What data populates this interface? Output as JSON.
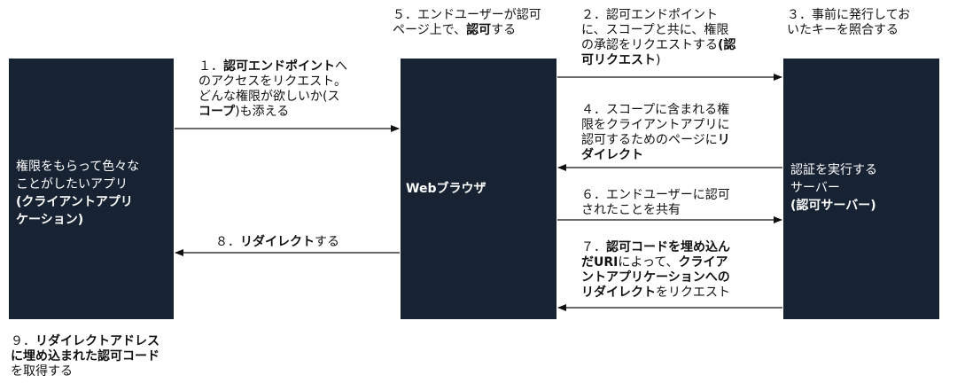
{
  "boxes": {
    "client": {
      "line1": "権限をもらって色々な",
      "line2": "ことがしたいアプリ",
      "line3": "(クライアントアプリ",
      "line4": "ケーション)"
    },
    "browser": {
      "label": "Webブラウザ"
    },
    "auth_server": {
      "line1": "認証を実行する",
      "line2": "サーバー",
      "line3": "(認可サーバー)"
    }
  },
  "steps": {
    "s1": {
      "l1_num": "１．",
      "l1_bold": "認可エンドポイント",
      "l1_tail": "へ",
      "l2": "のアクセスをリクエスト。",
      "l3": "どんな権限が欲しいか(ス",
      "l4_bold": "コープ",
      "l4_tail": ")も添える"
    },
    "s2": {
      "l1": "２．認可エンドポイント",
      "l2": "に、スコープと共に、権限",
      "l3_pre": "の承認をリクエストする",
      "l3_bold": "(認",
      "l4_bold": "可リクエスト",
      "l4_tail": ")"
    },
    "s3": {
      "l1": "３．事前に発行してお",
      "l2": "いたキーを照合する"
    },
    "s4": {
      "l1": "４．スコープに含まれる権",
      "l2": "限をクライアントアプリに",
      "l3_pre": "認可するためのページに",
      "l3_bold": "リ",
      "l4_bold": "ダイレクト"
    },
    "s5": {
      "l1": "５．エンドユーザーが認可",
      "l2_pre": "ページ上で、",
      "l2_bold": "認可",
      "l2_tail": "する"
    },
    "s6": {
      "l1": "６．エンドユーザーに認可",
      "l2": "されたことを共有"
    },
    "s7": {
      "l1_num": "７．",
      "l1_bold": "認可コードを埋め込ん",
      "l2_bold": "だURI",
      "l2_mid": "によって、",
      "l2_bold2": "クライア",
      "l3_bold": "ントアプリケーションへの",
      "l4_bold": "リダイレクト",
      "l4_tail": "をリクエスト"
    },
    "s8": {
      "num": "８．",
      "bold": "リダイレクト",
      "tail": "する"
    },
    "s9": {
      "l1_num": "９．",
      "l1_bold": "リダイレクトアドレス",
      "l2_bold": "に埋め込まれた認可コード",
      "l3": "を取得する"
    }
  },
  "colors": {
    "box_fill": "#172233",
    "arrow": "#111111"
  }
}
